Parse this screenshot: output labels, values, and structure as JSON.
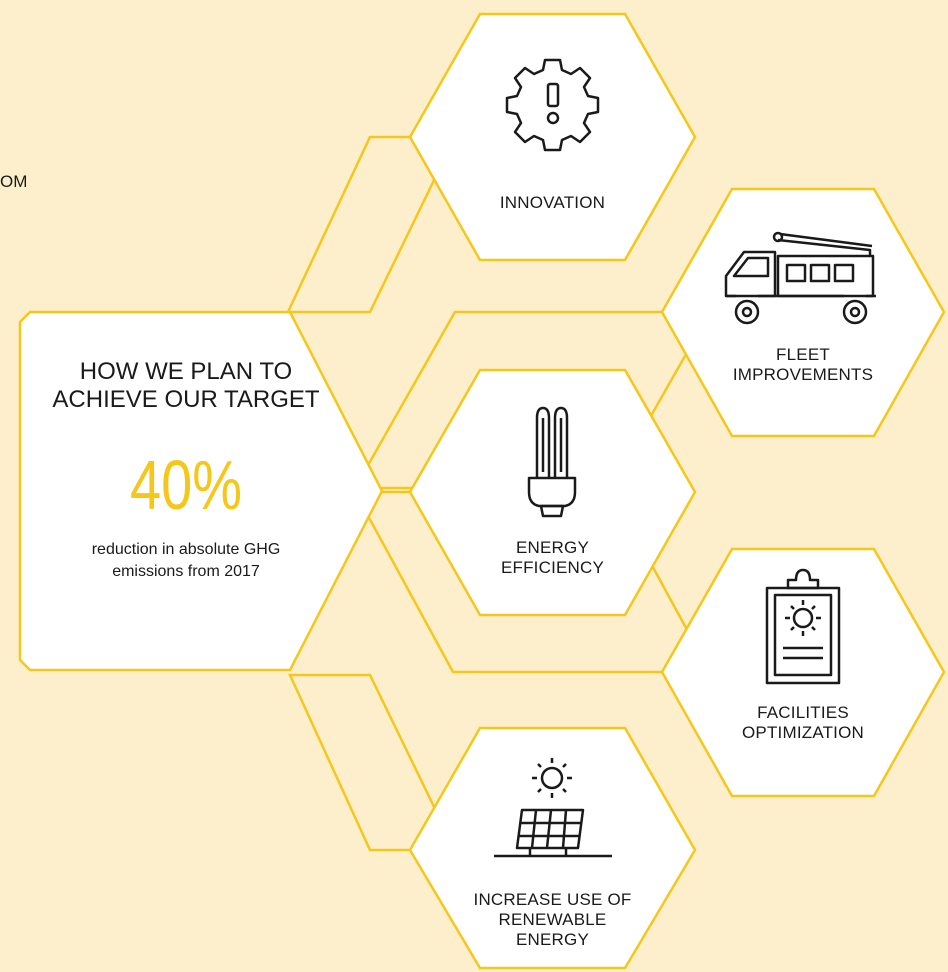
{
  "fragment_text": "OM",
  "center": {
    "title_line1": "HOW WE PLAN TO",
    "title_line2": "ACHIEVE OUR TARGET",
    "percent": "40%",
    "subtitle_line1": "reduction in absolute GHG",
    "subtitle_line2": "emissions from 2017"
  },
  "hexagons": {
    "innovation": {
      "line1": "INNOVATION",
      "icon": "gear-alert-icon"
    },
    "fleet": {
      "line1": "FLEET",
      "line2": "IMPROVEMENTS",
      "icon": "utility-truck-icon"
    },
    "energy": {
      "line1": "ENERGY",
      "line2": "EFFICIENCY",
      "icon": "light-bulb-icon"
    },
    "facilities": {
      "line1": "FACILITIES",
      "line2": "OPTIMIZATION",
      "icon": "clipboard-sun-icon"
    },
    "renewable": {
      "line1": "INCREASE USE OF",
      "line2": "RENEWABLE",
      "line3": "ENERGY",
      "icon": "solar-panel-icon"
    }
  },
  "colors": {
    "background": "#fdefcc",
    "accent": "#f6c71b",
    "fill": "#ffffff",
    "ink": "#1a1a1a"
  }
}
